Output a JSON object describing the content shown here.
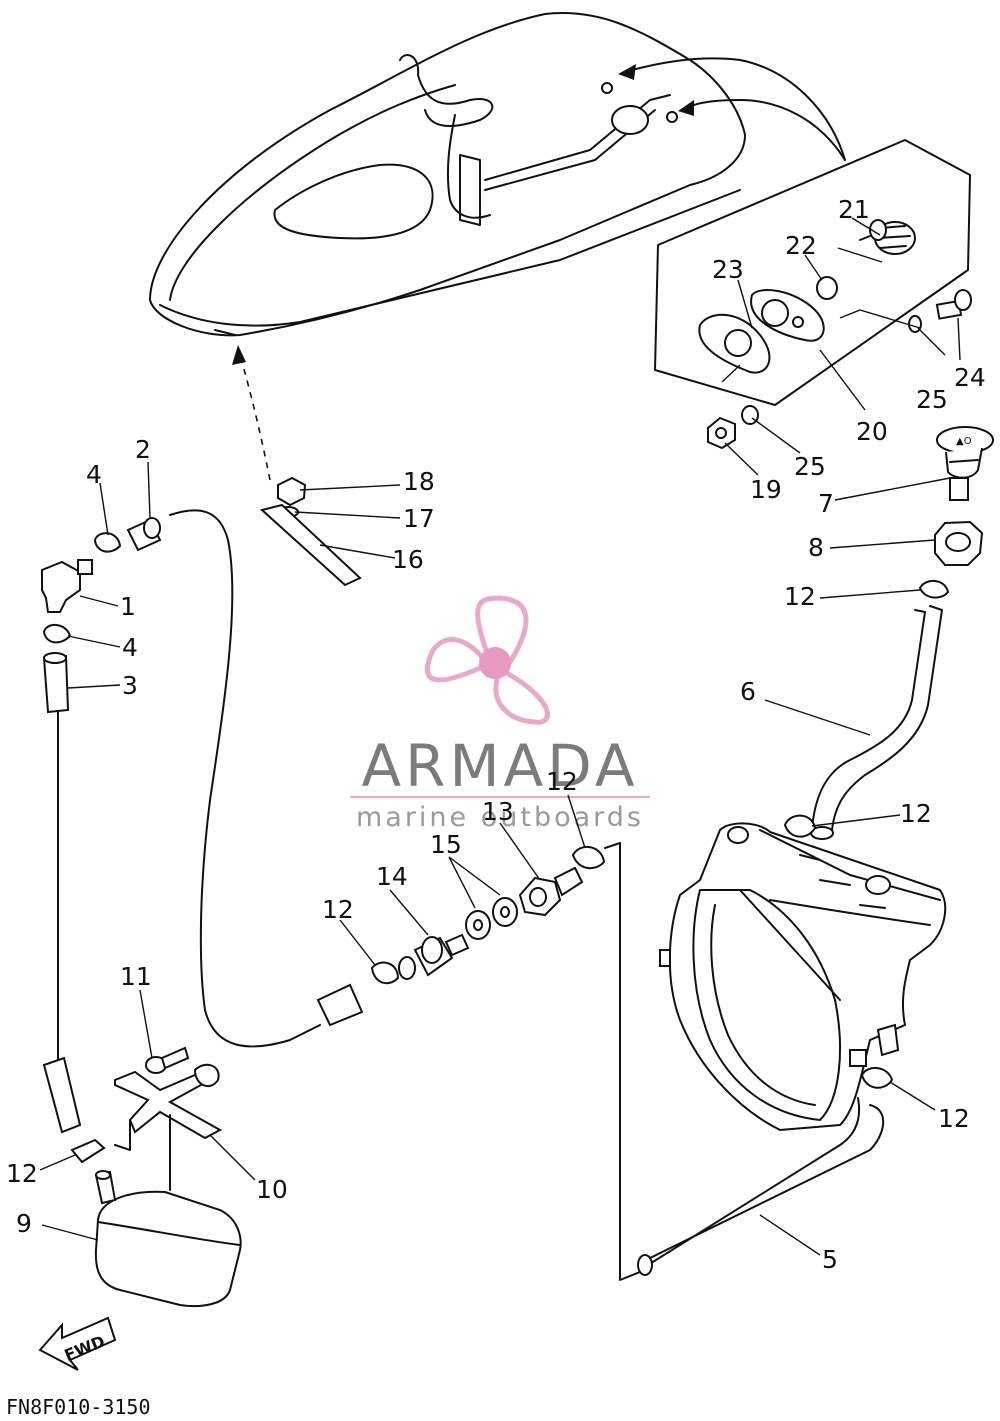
{
  "diagram": {
    "code": "FN8F010-3150",
    "fwd": "FWD",
    "callouts": [
      {
        "id": "c1",
        "text": "1"
      },
      {
        "id": "c2",
        "text": "2"
      },
      {
        "id": "c3",
        "text": "3"
      },
      {
        "id": "c4a",
        "text": "4"
      },
      {
        "id": "c4b",
        "text": "4"
      },
      {
        "id": "c5",
        "text": "5"
      },
      {
        "id": "c6",
        "text": "6"
      },
      {
        "id": "c7",
        "text": "7"
      },
      {
        "id": "c8",
        "text": "8"
      },
      {
        "id": "c9",
        "text": "9"
      },
      {
        "id": "c10",
        "text": "10"
      },
      {
        "id": "c11",
        "text": "11"
      },
      {
        "id": "c12a",
        "text": "12"
      },
      {
        "id": "c12b",
        "text": "12"
      },
      {
        "id": "c12c",
        "text": "12"
      },
      {
        "id": "c12d",
        "text": "12"
      },
      {
        "id": "c12e",
        "text": "12"
      },
      {
        "id": "c12f",
        "text": "12"
      },
      {
        "id": "c13",
        "text": "13"
      },
      {
        "id": "c14",
        "text": "14"
      },
      {
        "id": "c15",
        "text": "15"
      },
      {
        "id": "c16",
        "text": "16"
      },
      {
        "id": "c17",
        "text": "17"
      },
      {
        "id": "c18",
        "text": "18"
      },
      {
        "id": "c19",
        "text": "19"
      },
      {
        "id": "c20",
        "text": "20"
      },
      {
        "id": "c21",
        "text": "21"
      },
      {
        "id": "c22",
        "text": "22"
      },
      {
        "id": "c23",
        "text": "23"
      },
      {
        "id": "c24",
        "text": "24"
      },
      {
        "id": "c25a",
        "text": "25"
      },
      {
        "id": "c25b",
        "text": "25"
      }
    ]
  },
  "watermark": {
    "brand": "ARMADA",
    "tagline": "marine outboards",
    "accent_color": "#e9a9c9",
    "hub_color": "#e69ac0"
  }
}
